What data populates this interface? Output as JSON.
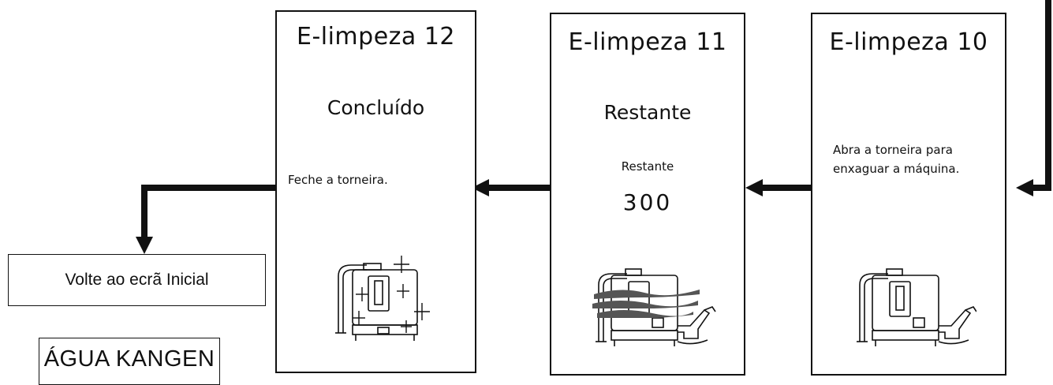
{
  "panels": [
    {
      "title": "E-limpeza 12",
      "status": "Concluído",
      "instruction": "Feche a torneira.",
      "icon": "water-ionizer-sparkle-icon"
    },
    {
      "title": "E-limpeza 11",
      "status": "Restante",
      "sublabel": "Restante",
      "counter": "300",
      "icon": "water-ionizer-flowing-icon"
    },
    {
      "title": "E-limpeza 10",
      "instruction_line1": "Abra a torneira para",
      "instruction_line2": "enxaguar a máquina.",
      "icon": "water-ionizer-faucet-icon"
    }
  ],
  "return_box": {
    "label": "Volte ao ecrã Inicial"
  },
  "bottom_box": {
    "label": "ÁGUA KANGEN"
  },
  "colors": {
    "line": "#111111",
    "background": "#ffffff"
  }
}
